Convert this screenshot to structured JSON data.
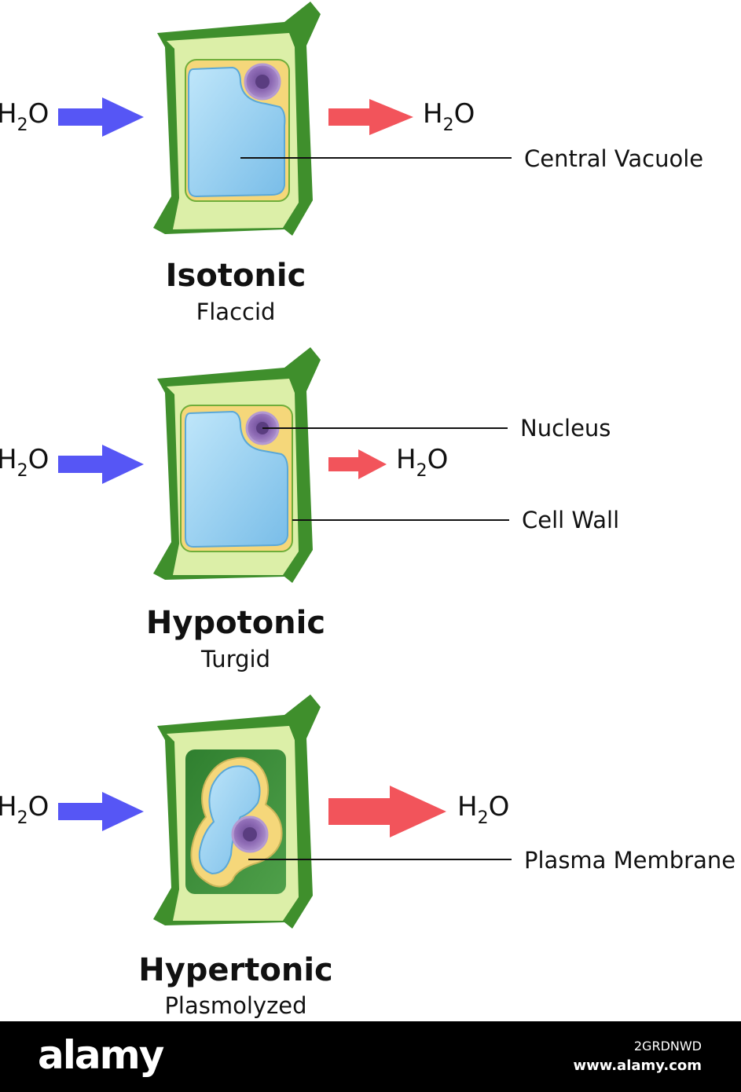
{
  "panels": [
    {
      "title": "Isotonic",
      "subtitle": "Flaccid",
      "h2o_in": "H",
      "h2o_in_sub": "2",
      "h2o_in_tail": "O",
      "h2o_out": "H",
      "h2o_out_sub": "2",
      "h2o_out_tail": "O"
    },
    {
      "title": "Hypotonic",
      "subtitle": "Turgid",
      "h2o_in": "H",
      "h2o_in_sub": "2",
      "h2o_in_tail": "O",
      "h2o_out": "H",
      "h2o_out_sub": "2",
      "h2o_out_tail": "O"
    },
    {
      "title": "Hypertonic",
      "subtitle": "Plasmolyzed",
      "h2o_in": "H",
      "h2o_in_sub": "2",
      "h2o_in_tail": "O",
      "h2o_out": "H",
      "h2o_out_sub": "2",
      "h2o_out_tail": "O"
    }
  ],
  "labels": {
    "central_vacuole": "Central Vacuole",
    "nucleus": "Nucleus",
    "cell_wall": "Cell Wall",
    "plasma_membrane": "Plasma Membrane"
  },
  "footer": {
    "brand": "alamy",
    "image_code": "2GRDNWD",
    "url": "www.alamy.com"
  },
  "colors": {
    "inflow_arrow": "#5656f5",
    "outflow_arrow": "#f2545b",
    "cell_wall_dark": "#3f8f2c",
    "cell_wall_light": "#dcefa8",
    "vacuole": "#8ccbef",
    "cytoplasm": "#f5d77a",
    "nucleus": "#8e6bb5",
    "plasmolyzed_fill": "#3a8a3a"
  }
}
